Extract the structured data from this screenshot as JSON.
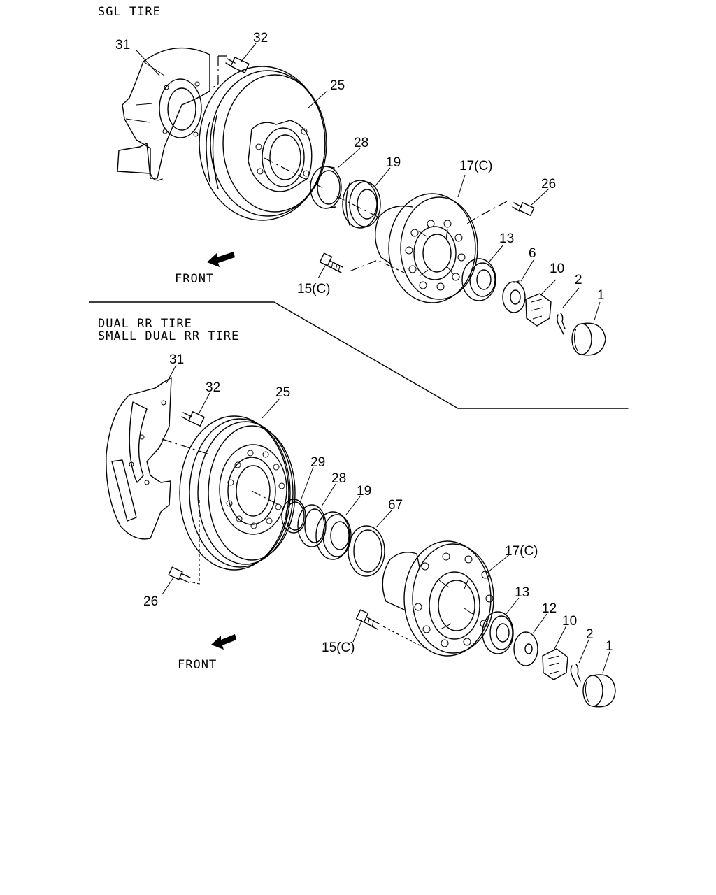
{
  "sections": {
    "single": {
      "title": "SGL TIRE",
      "front": "FRONT",
      "callouts": [
        "31",
        "32",
        "25",
        "28",
        "19",
        "17(C)",
        "26",
        "13",
        "6",
        "10",
        "2",
        "1",
        "15(C)"
      ]
    },
    "dual": {
      "title_line1": "DUAL RR TIRE",
      "title_line2": "SMALL DUAL RR TIRE",
      "front": "FRONT",
      "callouts": [
        "31",
        "32",
        "25",
        "29",
        "28",
        "19",
        "67",
        "17(C)",
        "13",
        "12",
        "10",
        "2",
        "1",
        "26",
        "15(C)"
      ]
    }
  }
}
